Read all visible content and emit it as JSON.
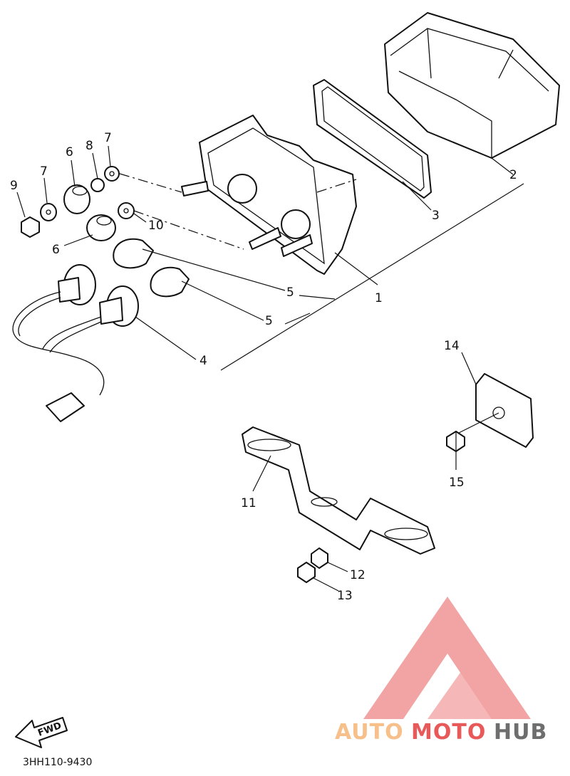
{
  "diagram": {
    "part_labels": [
      "1",
      "2",
      "3",
      "4",
      "5",
      "5",
      "6",
      "6",
      "7",
      "7",
      "8",
      "9",
      "10",
      "11",
      "12",
      "13",
      "14",
      "15"
    ],
    "catalog_code": "3HH110-9430",
    "fwd_arrow_label": "FWD"
  },
  "watermark": {
    "word_part_1": "AUTO",
    "word_part_2": "MOTO",
    "word_part_3": "HUB",
    "color_light": "#f7c08a",
    "color_red": "#e85a5a",
    "color_gray": "#6e6e6e"
  }
}
